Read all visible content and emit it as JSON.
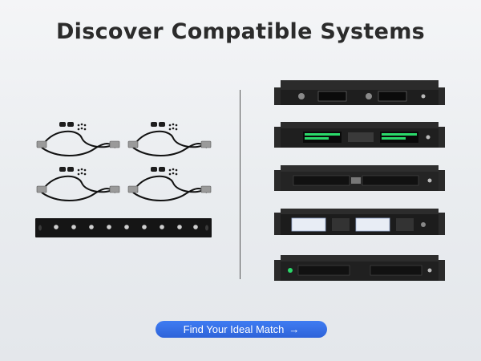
{
  "header": {
    "title": "Discover Compatible Systems"
  },
  "cta": {
    "label": "Find Your Ideal Match",
    "arrow_icon": "arrow-right-icon"
  },
  "left_products": [
    {
      "name": "bnc-cable-kit",
      "icon": "coaxial-cable-icon"
    },
    {
      "name": "bnc-cable-kit",
      "icon": "coaxial-cable-icon"
    },
    {
      "name": "bnc-cable-kit",
      "icon": "coaxial-cable-icon"
    },
    {
      "name": "bnc-cable-kit",
      "icon": "coaxial-cable-icon"
    },
    {
      "name": "rack-panel",
      "icon": "rack-panel-icon"
    }
  ],
  "right_products": [
    {
      "name": "receiver-1",
      "icon": "rack-receiver-icon"
    },
    {
      "name": "receiver-2",
      "icon": "rack-receiver-icon"
    },
    {
      "name": "receiver-3",
      "icon": "rack-receiver-icon"
    },
    {
      "name": "receiver-4",
      "icon": "rack-receiver-icon"
    },
    {
      "name": "receiver-5",
      "icon": "rack-receiver-icon"
    }
  ],
  "colors": {
    "accent": "#2e63d9",
    "title": "#2b2b2b",
    "background": "#eceef1"
  }
}
